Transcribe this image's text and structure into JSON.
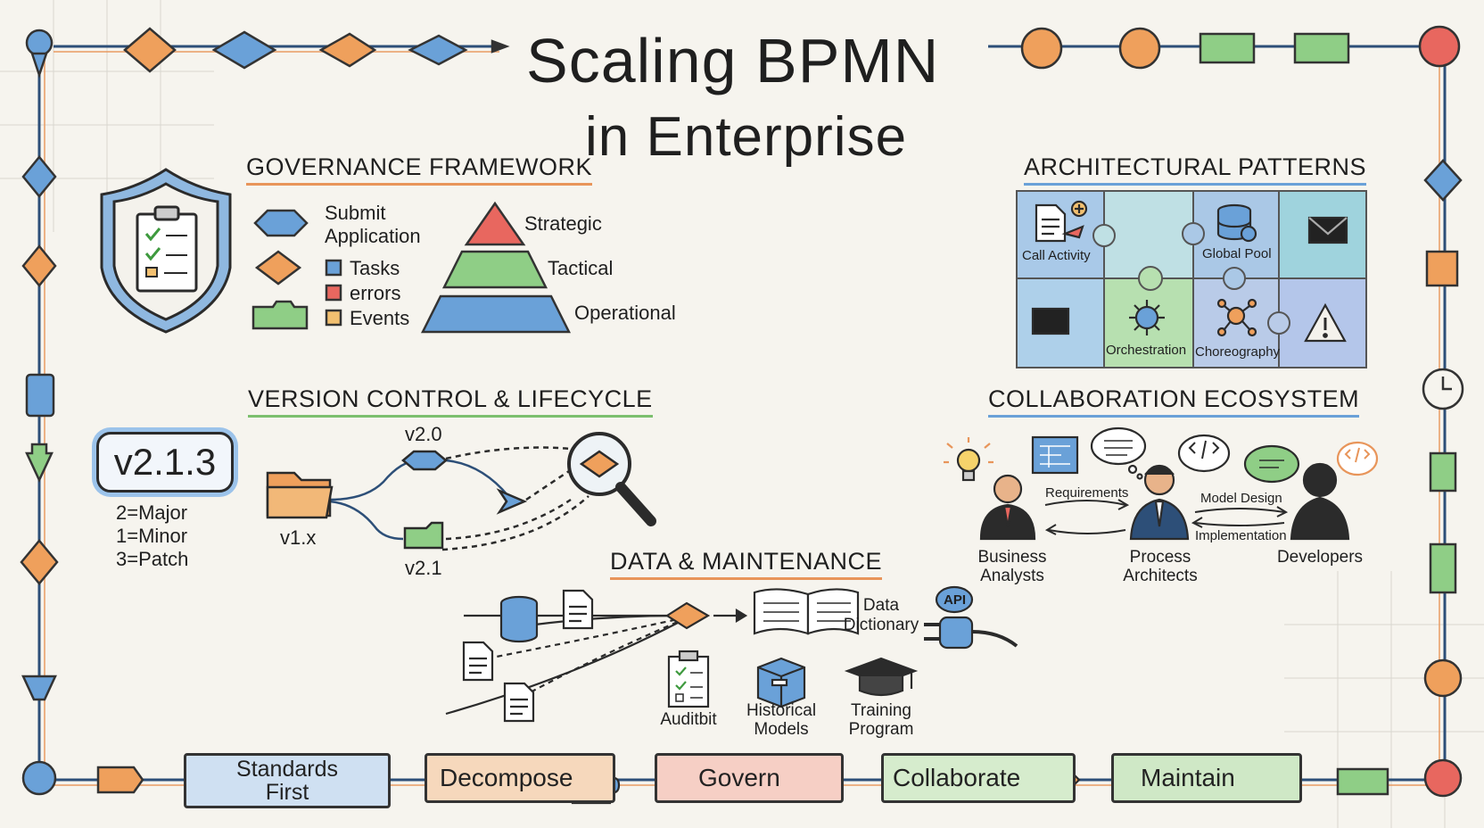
{
  "title": {
    "line1": "Scaling BPMN",
    "line2": "in Enterprise"
  },
  "governance": {
    "heading": "GOVERNANCE FRAMEWORK",
    "legend": {
      "submit": "Submit\nApplication",
      "tasks": "Tasks",
      "errors": "errors",
      "events": "Events"
    },
    "pyramid": [
      "Strategic",
      "Tactical",
      "Operational"
    ]
  },
  "architecture": {
    "heading": "ARCHITECTURAL PATTERNS",
    "pieces": [
      "Call Activity",
      "Global Pool",
      "Orchestration",
      "Choreography"
    ]
  },
  "version": {
    "heading": "VERSION CONTROL & LIFECYCLE",
    "badge": "v2.1.3",
    "legend": [
      "2=Major",
      "1=Minor",
      "3=Patch"
    ],
    "nodes": {
      "v1": "v1.x",
      "v20": "v2.0",
      "v21": "v2.1"
    }
  },
  "collaboration": {
    "heading": "COLLABORATION ECOSYSTEM",
    "roles": [
      "Business\nAnalysts",
      "Process\nArchitects",
      "Developers"
    ],
    "flows": {
      "requirements": "Requirements",
      "model_design": "Model Design",
      "implementation": "Implementation"
    }
  },
  "data": {
    "heading": "DATA & MAINTENANCE",
    "dictionary": "Data\nDictionary",
    "api": "API",
    "items": [
      "Auditbit",
      "Historical\nModels",
      "Training\nProgram"
    ]
  },
  "stages": [
    "Standards\nFirst",
    "Decompose",
    "Govern",
    "Collaborate",
    "Maintain"
  ],
  "colors": {
    "blue": "#6aa1d8",
    "orange": "#efa05c",
    "green": "#8fce86",
    "red": "#e8675f",
    "ink": "#2a2a2a"
  }
}
